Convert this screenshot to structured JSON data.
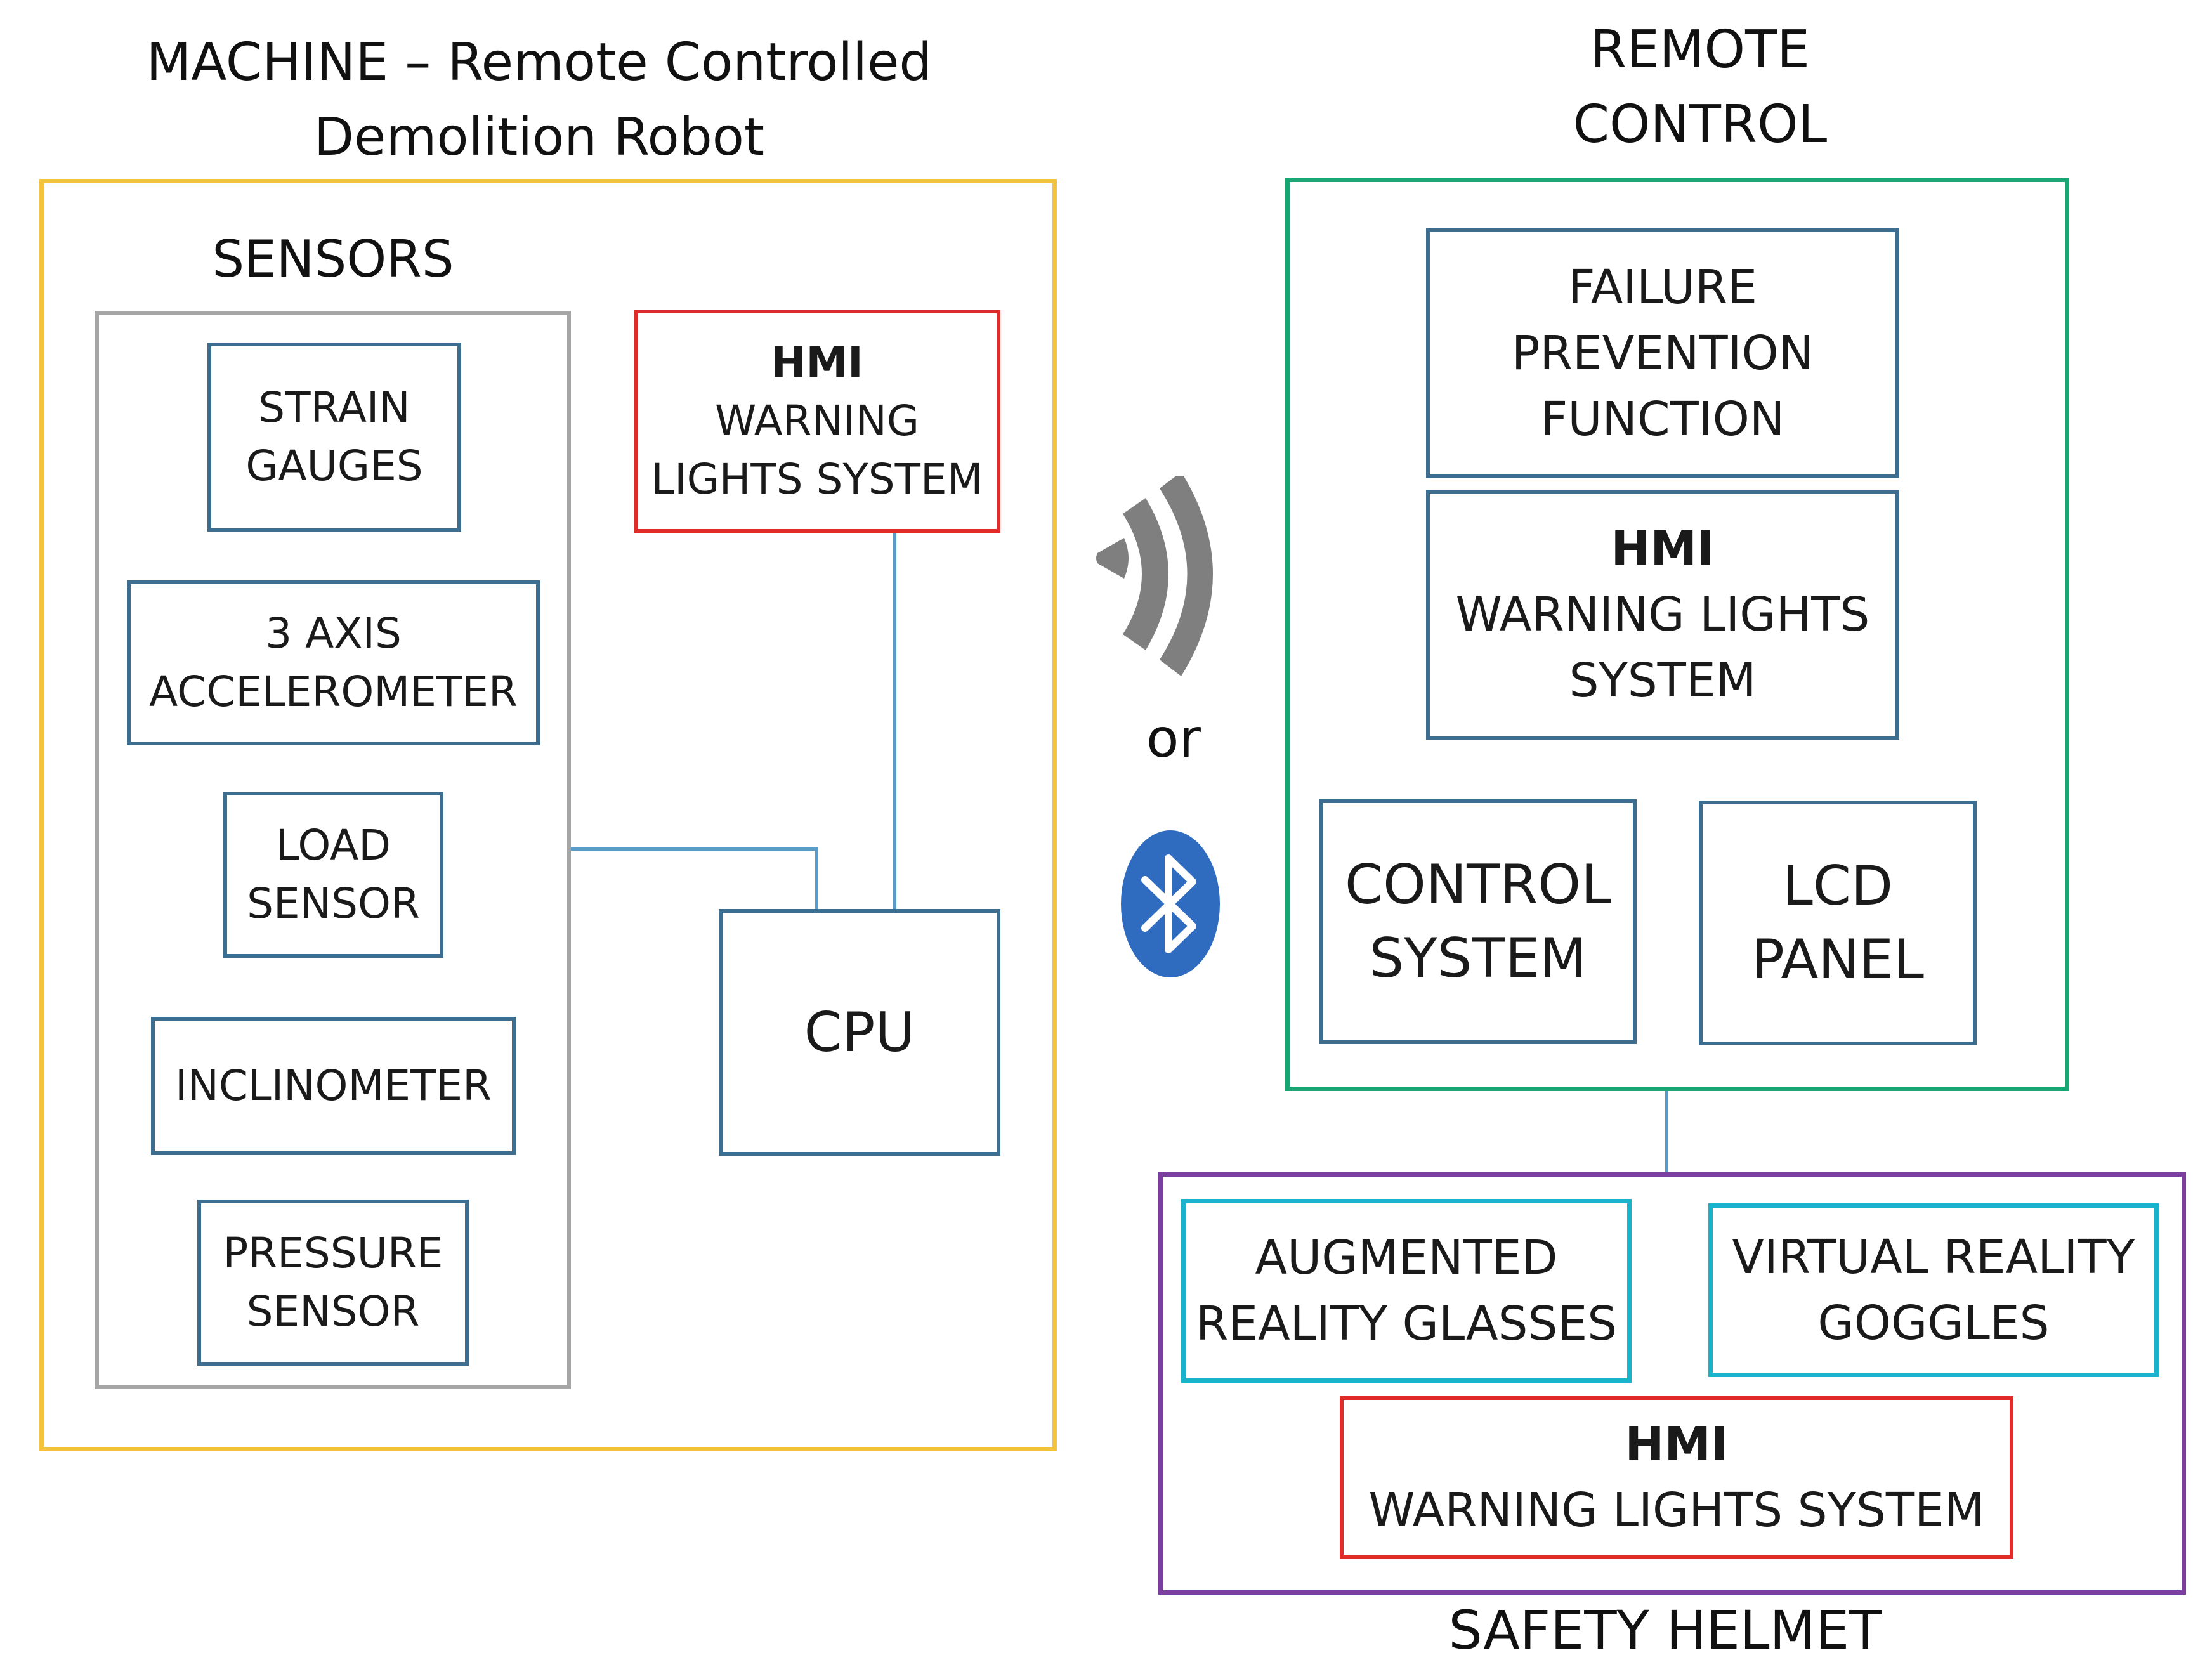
{
  "machine": {
    "title_line1": "MACHINE – Remote Controlled",
    "title_line2": "Demolition Robot",
    "sensors_title": "SENSORS",
    "sensors": [
      {
        "line1": "STRAIN",
        "line2": "GAUGES"
      },
      {
        "line1": "3 AXIS",
        "line2": "ACCELEROMETER"
      },
      {
        "line1": "LOAD",
        "line2": "SENSOR"
      },
      {
        "line1": "INCLINOMETER"
      },
      {
        "line1": "PRESSURE",
        "line2": "SENSOR"
      }
    ],
    "hmi": {
      "title": "HMI",
      "line1": "WARNING",
      "line2": "LIGHTS SYSTEM"
    },
    "cpu": "CPU"
  },
  "wireless": {
    "or": "or",
    "icons": [
      "wifi-signal-icon",
      "bluetooth-icon"
    ]
  },
  "remote": {
    "title_line1": "REMOTE",
    "title_line2": "CONTROL",
    "failure": {
      "line1": "FAILURE",
      "line2": "PREVENTION",
      "line3": "FUNCTION"
    },
    "hmi": {
      "title": "HMI",
      "line1": "WARNING LIGHTS",
      "line2": "SYSTEM"
    },
    "control": {
      "line1": "CONTROL",
      "line2": "SYSTEM"
    },
    "lcd": {
      "line1": "LCD",
      "line2": "PANEL"
    }
  },
  "helmet": {
    "title": "SAFETY HELMET",
    "ar": {
      "line1": "AUGMENTED",
      "line2": "REALITY GLASSES"
    },
    "vr": {
      "line1": "VIRTUAL REALITY",
      "line2": "GOGGLES"
    },
    "hmi": {
      "title": "HMI",
      "line1": "WARNING LIGHTS SYSTEM"
    }
  },
  "colors": {
    "machine_border": "#f5c33b",
    "sensors_border": "#a6a6a6",
    "remote_border": "#1aa672",
    "helmet_border": "#7b3fa0",
    "module_border": "#3d6e8f",
    "hmi_border": "#e02b2b",
    "wearable_border": "#19b3cc",
    "connector": "#5a9cc8",
    "wifi_icon": "#7f7f7f",
    "bluetooth_icon": "#2f6cc0"
  }
}
